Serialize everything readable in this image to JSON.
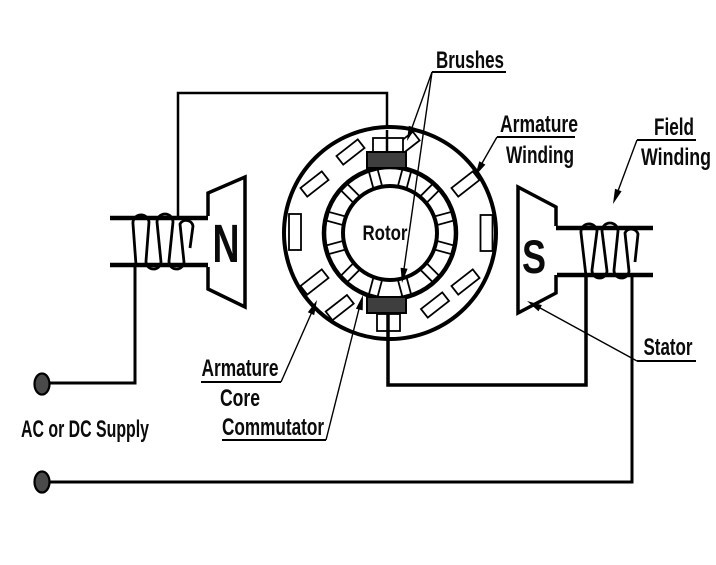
{
  "diagram": {
    "labels": {
      "brushes": "Brushes",
      "armature_winding_line1": "Armature",
      "armature_winding_line2": "Winding",
      "field_winding_line1": "Field",
      "field_winding_line2": "Winding",
      "stator": "Stator",
      "armature_core_line1": "Armature",
      "armature_core_line2": "Core",
      "commutator": "Commutator",
      "supply": "AC or DC Supply",
      "rotor": "Rotor",
      "pole_north": "N",
      "pole_south": "S"
    },
    "colors": {
      "line": "#000000",
      "brush_fill": "#3e3e3e",
      "terminal_fill": "#4a4a4a",
      "background": "#ffffff"
    }
  }
}
